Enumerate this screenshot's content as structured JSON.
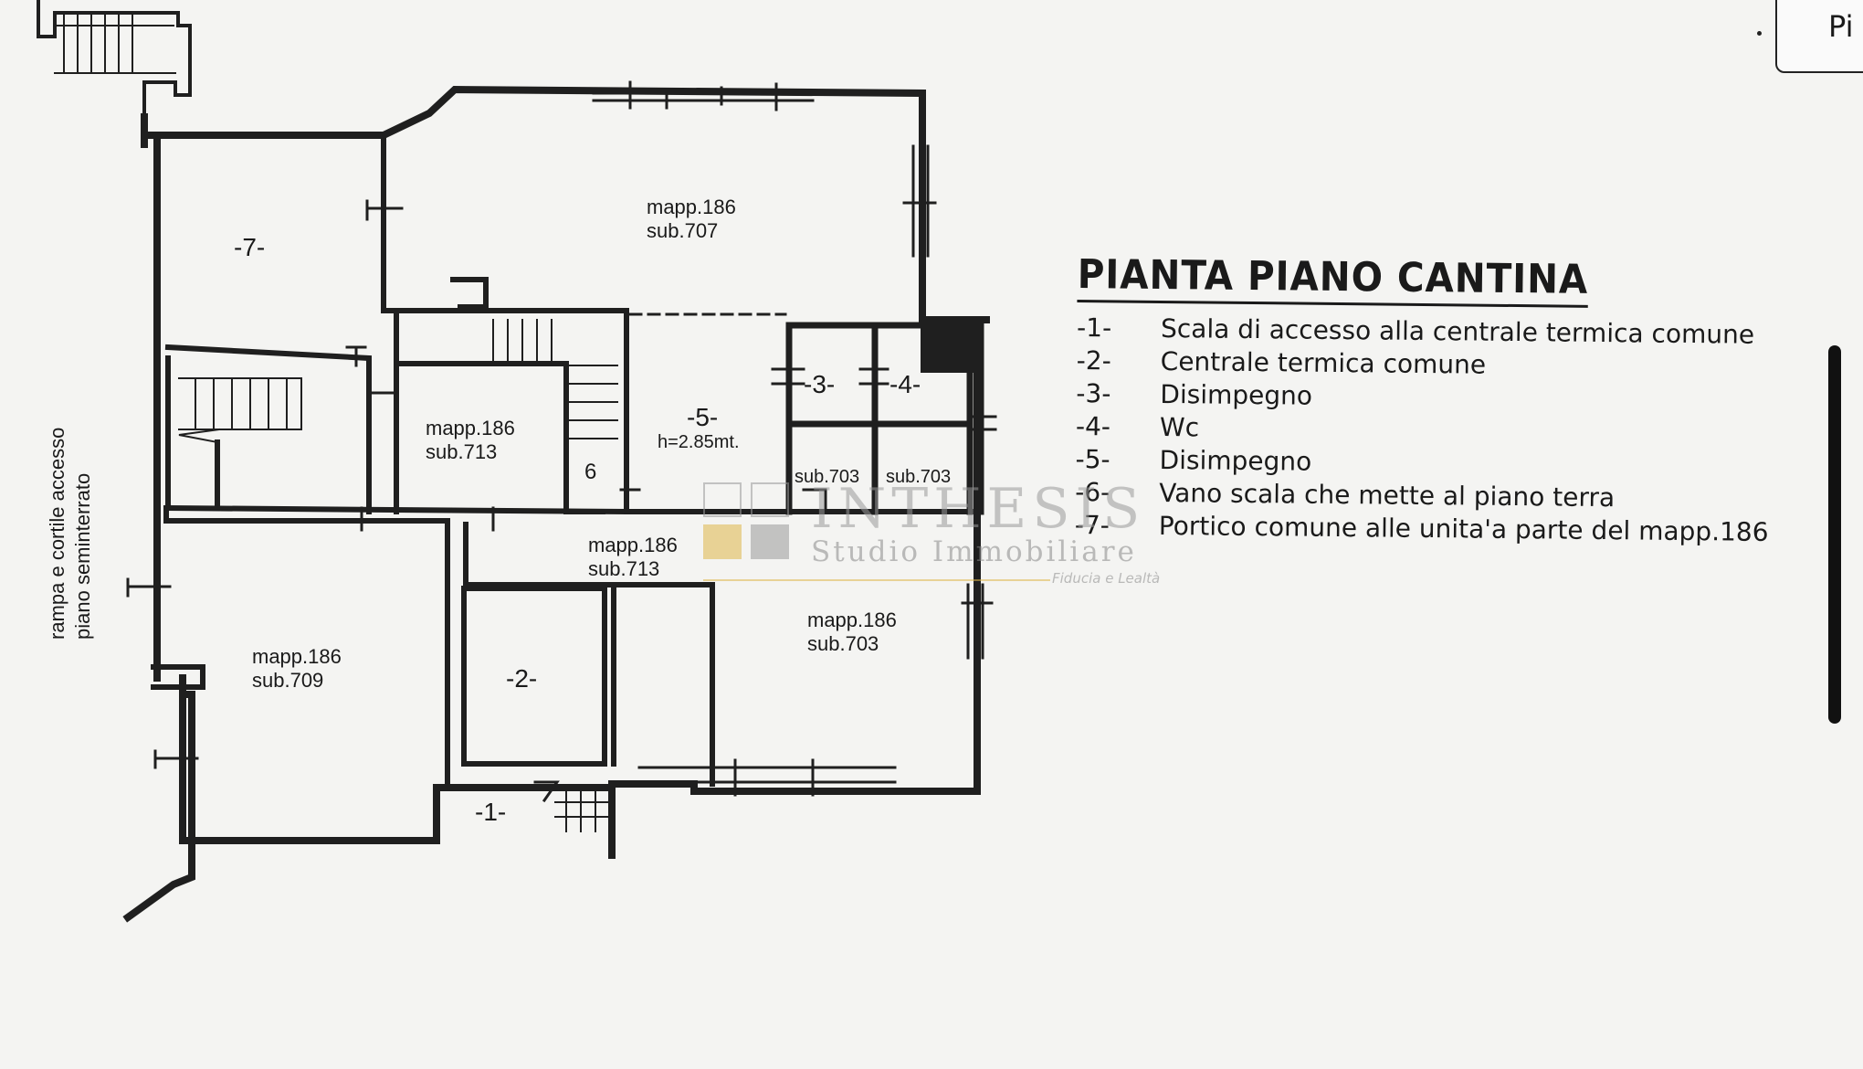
{
  "units": [
    {
      "id": "u707",
      "mapp": "mapp.186",
      "sub": "sub.707"
    },
    {
      "id": "u713a",
      "mapp": "mapp.186",
      "sub": "sub.713"
    },
    {
      "id": "u713b",
      "mapp": "mapp.186",
      "sub": "sub.713"
    },
    {
      "id": "u709",
      "mapp": "mapp.186",
      "sub": "sub.709"
    },
    {
      "id": "u703",
      "mapp": "mapp.186",
      "sub": "sub.703"
    }
  ],
  "small_labels": {
    "sub703a": "sub.703",
    "sub703b": "sub.703"
  },
  "room_numbers": {
    "r1": "-1-",
    "r2": "-2-",
    "r3": "-3-",
    "r4": "-4-",
    "r5": "-5-",
    "r6": "6",
    "r7": "-7-"
  },
  "height_note": "h=2.85mt.",
  "side_note": [
    "rampa e cortile accesso",
    "piano seminterrato"
  ],
  "legend": {
    "title": "PIANTA PIANO CANTINA",
    "items": [
      {
        "num": "-1-",
        "text": "Scala di accesso alla centrale termica comune"
      },
      {
        "num": "-2-",
        "text": "Centrale termica comune"
      },
      {
        "num": "-3-",
        "text": "Disimpegno"
      },
      {
        "num": "-4-",
        "text": "Wc"
      },
      {
        "num": "-5-",
        "text": "Disimpegno"
      },
      {
        "num": "-6-",
        "text": "Vano scala che mette al piano terra"
      },
      {
        "num": "-7-",
        "text": "Portico comune alle unita'a parte del mapp.186"
      }
    ]
  },
  "watermark": {
    "name": "INTHESIS",
    "subtitle": "Studio Immobiliare",
    "tagline": "Fiducia e Lealtà",
    "colors": {
      "gold": "#e0b84a",
      "gray": "#9a9a9a"
    }
  },
  "corner_label": "Pi"
}
